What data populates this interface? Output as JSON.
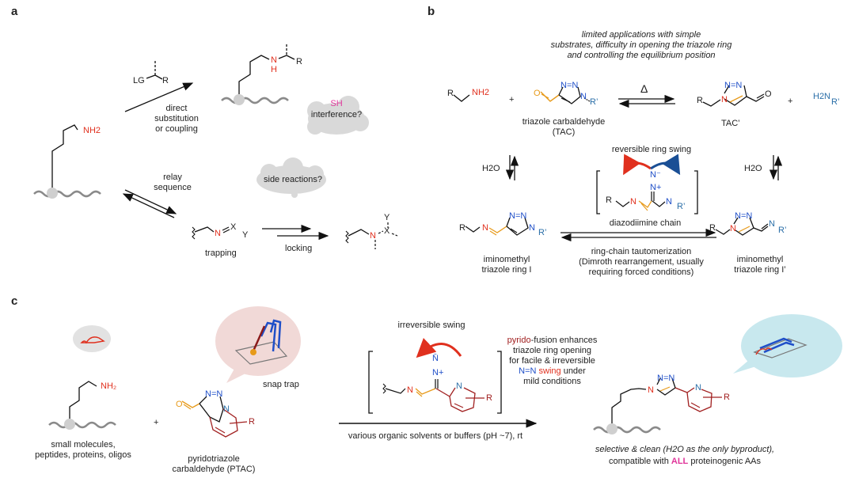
{
  "panels": {
    "a": "a",
    "b": "b",
    "c": "c"
  },
  "panel_a": {
    "reagent_LG": "LG",
    "reagent_R": "R",
    "amine_label": "NH2",
    "product_N": "N",
    "product_H": "H",
    "product_R": "R",
    "direct_route": [
      "direct",
      "substitution",
      "or coupling"
    ],
    "cloud1": {
      "line1": "SH",
      "line2": "interference?"
    },
    "relay_route": [
      "relay",
      "sequence"
    ],
    "cloud2": "side reactions?",
    "trapping_atoms": {
      "N": "N",
      "X": "X",
      "Y": "Y"
    },
    "trapping_label": "trapping",
    "locking_label": "locking",
    "locked_atoms": {
      "N": "N",
      "X": "X",
      "Y": "Y"
    }
  },
  "panel_b": {
    "limitation_note": [
      "limited applications with simple",
      "substrates, difficulty in opening the triazole ring",
      "and controlling the equilibrium position"
    ],
    "amine": {
      "R": "R",
      "NH2": "NH2"
    },
    "plus": "+",
    "tac_label": [
      "triazole carbaldehyde",
      "(TAC)"
    ],
    "heat_symbol": "Δ",
    "tac_prime_label": "TAC’",
    "amine_prime": "H2N",
    "r_prime": "R’",
    "reversible_swing": "reversible ring swing",
    "water": "H2O",
    "diazo_label": "diazodiimine chain",
    "ring_I_label": [
      "iminomethyl",
      "triazole ring I"
    ],
    "ring_I_prime_label": [
      "iminomethyl",
      "triazole ring I’"
    ],
    "tautomer_note": [
      "ring-chain tautomerization",
      "(Dimroth rearrangement, usually",
      "requiring forced conditions)"
    ]
  },
  "panel_c": {
    "substrates_label": [
      "small molecules,",
      "peptides, proteins, oligos"
    ],
    "plus": "+",
    "ptac_label": [
      "pyridotriazole",
      "carbaldehyde (PTAC)"
    ],
    "snap_trap": "snap trap",
    "irreversible_swing": "irreversible swing",
    "pyrido_note": {
      "pyrido": "pyrido",
      "rest1": "-fusion enhances",
      "line2": "triazole ring opening",
      "line3": "for facile & irreversible",
      "nn": "N=N",
      "swing": " swing",
      "under": " under",
      "line5": "mild conditions"
    },
    "conditions": "various organic solvents or buffers (pH ~7), rt",
    "outcome_line1": "selective & clean (H2O as the only byproduct),",
    "outcome_line2_pre": "compatible with ",
    "outcome_line2_all": "ALL",
    "outcome_line2_post": " proteinogenic AAs"
  },
  "colors": {
    "amine_red": "#e0301e",
    "triazole_blue": "#1f4fc8",
    "carbonyl_orange": "#e79a1a",
    "pyrido_red": "#a12020",
    "highlight_pink": "#e0359a",
    "cloud_gray": "#d9d9d9",
    "bubble_teal": "#c8e8ee"
  }
}
